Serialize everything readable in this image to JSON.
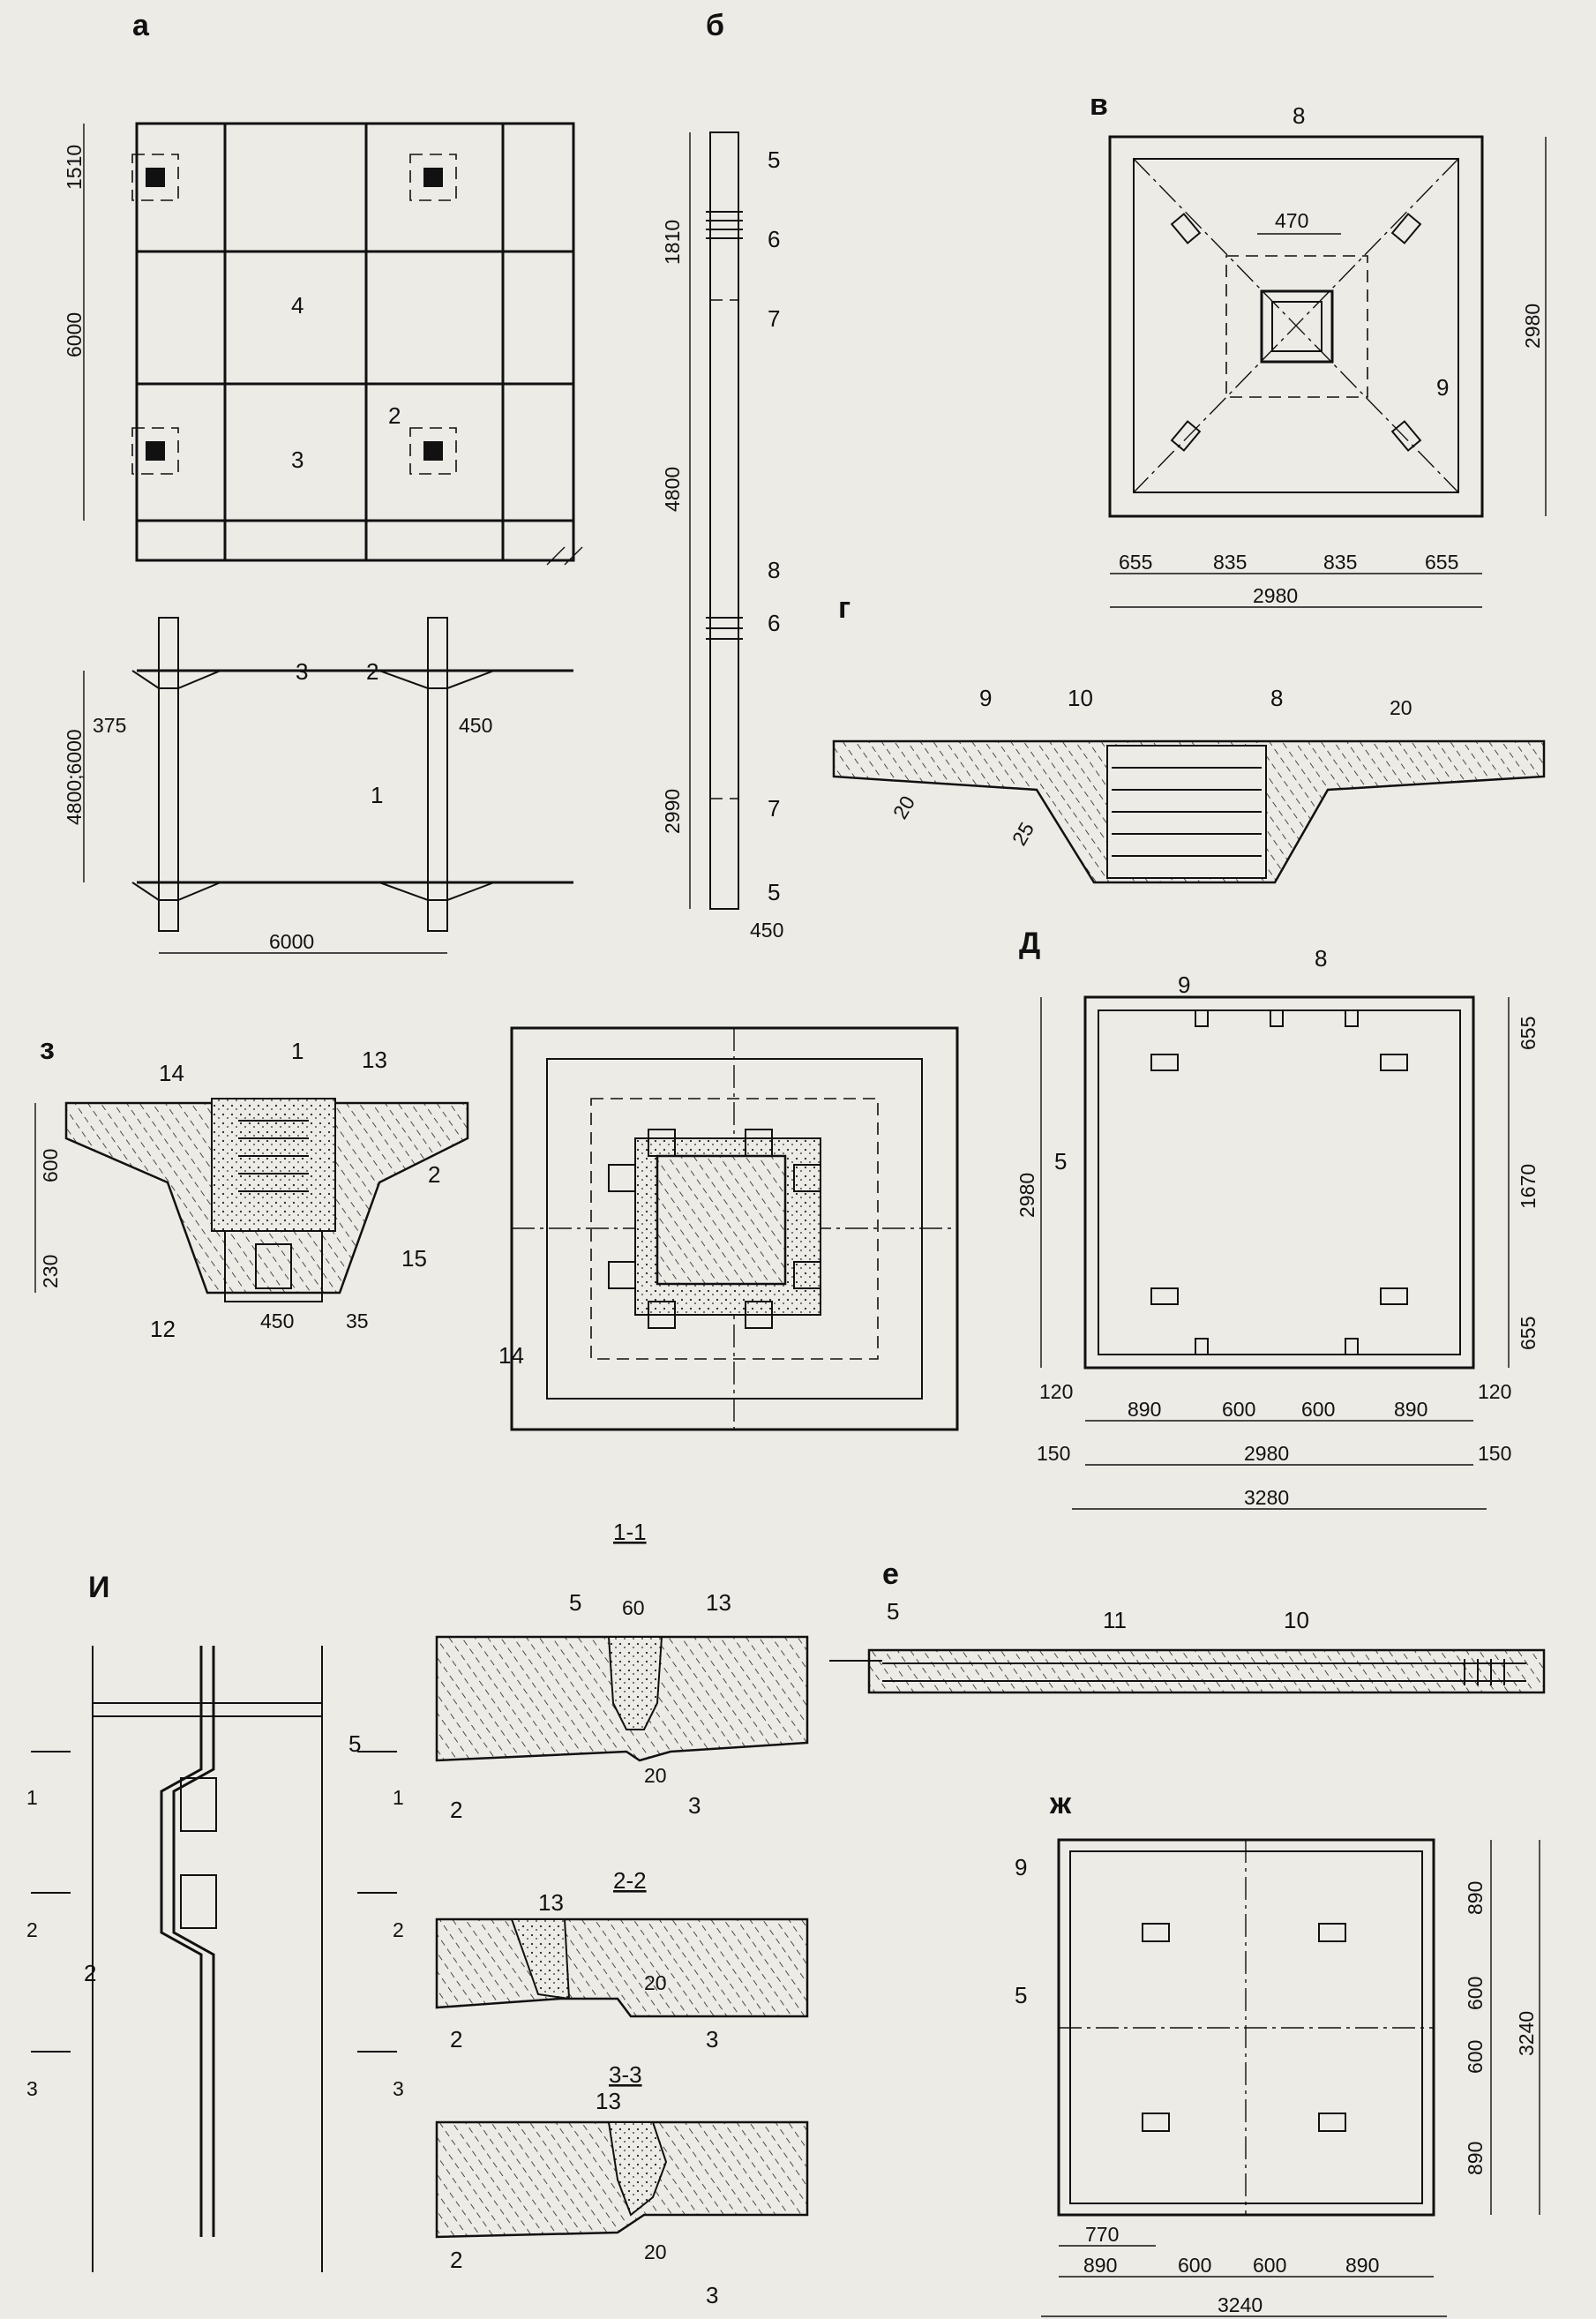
{
  "panels": {
    "a": "а",
    "b": "б",
    "v": "в",
    "g": "г",
    "d": "Д",
    "z": "з",
    "e": "е",
    "i": "И",
    "zh": "ж"
  },
  "sections": {
    "s1": "1-1",
    "s2": "2-2",
    "s3": "3-3"
  },
  "dims": {
    "a": {
      "top": "1510",
      "span": "6000",
      "floor": "4800;6000",
      "col": "375",
      "cap": "450",
      "width": "6000"
    },
    "b": {
      "top": "1810",
      "mid": "4800",
      "bot": "2990",
      "w": "450"
    },
    "v": {
      "inner": "470",
      "side": "2980",
      "b1": "655",
      "b2": "835",
      "b3": "835",
      "b4": "655",
      "total": "2980"
    },
    "g": {
      "t1": "20",
      "t2": "20",
      "t3": "25"
    },
    "d": {
      "r1": "655",
      "r2": "1670",
      "r3": "655",
      "h": "2980",
      "e1": "120",
      "e2": "120",
      "c1": "890",
      "c2": "600",
      "c3": "600",
      "c4": "890",
      "o1": "150",
      "o2": "150",
      "total1": "2980",
      "total2": "3280"
    },
    "z": {
      "h1": "600",
      "h2": "230",
      "w": "450",
      "gap": "35"
    },
    "s1": {
      "w": "60",
      "g": "20"
    },
    "s2": {
      "g": "20"
    },
    "s3": {
      "g": "20"
    },
    "zh": {
      "r1": "890",
      "r2": "600",
      "r3": "600",
      "r4": "890",
      "h": "3240",
      "off": "770",
      "c1": "890",
      "c2": "600",
      "c3": "600",
      "c4": "890",
      "w": "3240"
    }
  },
  "callouts": {
    "n1": "1",
    "n2": "2",
    "n3": "3",
    "n4": "4",
    "n5": "5",
    "n6": "6",
    "n7": "7",
    "n8": "8",
    "n9": "9",
    "n10": "10",
    "n11": "11",
    "n12": "12",
    "n13": "13",
    "n14": "14",
    "n15": "15"
  }
}
